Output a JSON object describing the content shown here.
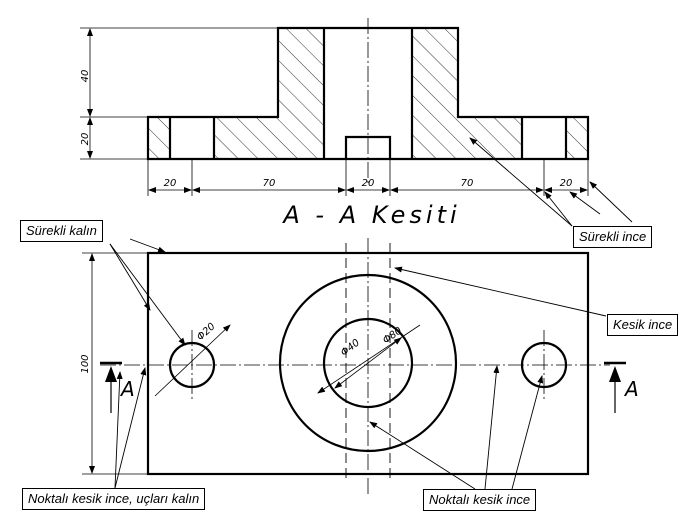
{
  "section_title": "A - A Kesiti",
  "section_letter": "A",
  "dimensions": {
    "h40": "40",
    "h20": "20",
    "w20_left": "20",
    "w70_left": "70",
    "w20_mid": "20",
    "w70_right": "70",
    "w20_right": "20",
    "d20": "Φ20",
    "d40": "Φ40",
    "d80": "Φ80",
    "h100": "100"
  },
  "callouts": {
    "surekli_kalin": "Sürekli kalın",
    "surekli_ince": "Sürekli ince",
    "kesik_ince": "Kesik ince",
    "noktali_kesik_ince_uclar_kalin": "Noktalı kesik ince, uçları kalın",
    "noktali_kesik_ince": "Noktalı kesik ince"
  }
}
